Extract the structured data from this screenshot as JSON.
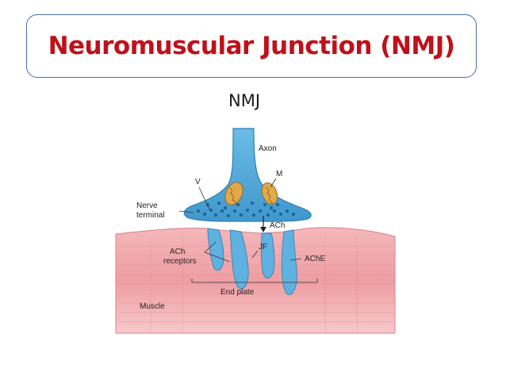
{
  "slide": {
    "title": "Neuromuscular Junction (NMJ)"
  },
  "diagram": {
    "heading": "NMJ",
    "labels": {
      "axon": "Axon",
      "v": "V",
      "m": "M",
      "nerve": "Nerve",
      "terminal": "terminal",
      "ach": "ACh",
      "jf": "JF",
      "ach_r1": "ACh",
      "ach_r2": "receptors",
      "ache": "AChE",
      "end_plate": "End plate",
      "muscle": "Muscle"
    },
    "colors": {
      "title": "#c0101a",
      "nerve": "#4fa6d6",
      "muscle": "#ef9ea3",
      "mitochondria": "#e0a94a"
    }
  }
}
